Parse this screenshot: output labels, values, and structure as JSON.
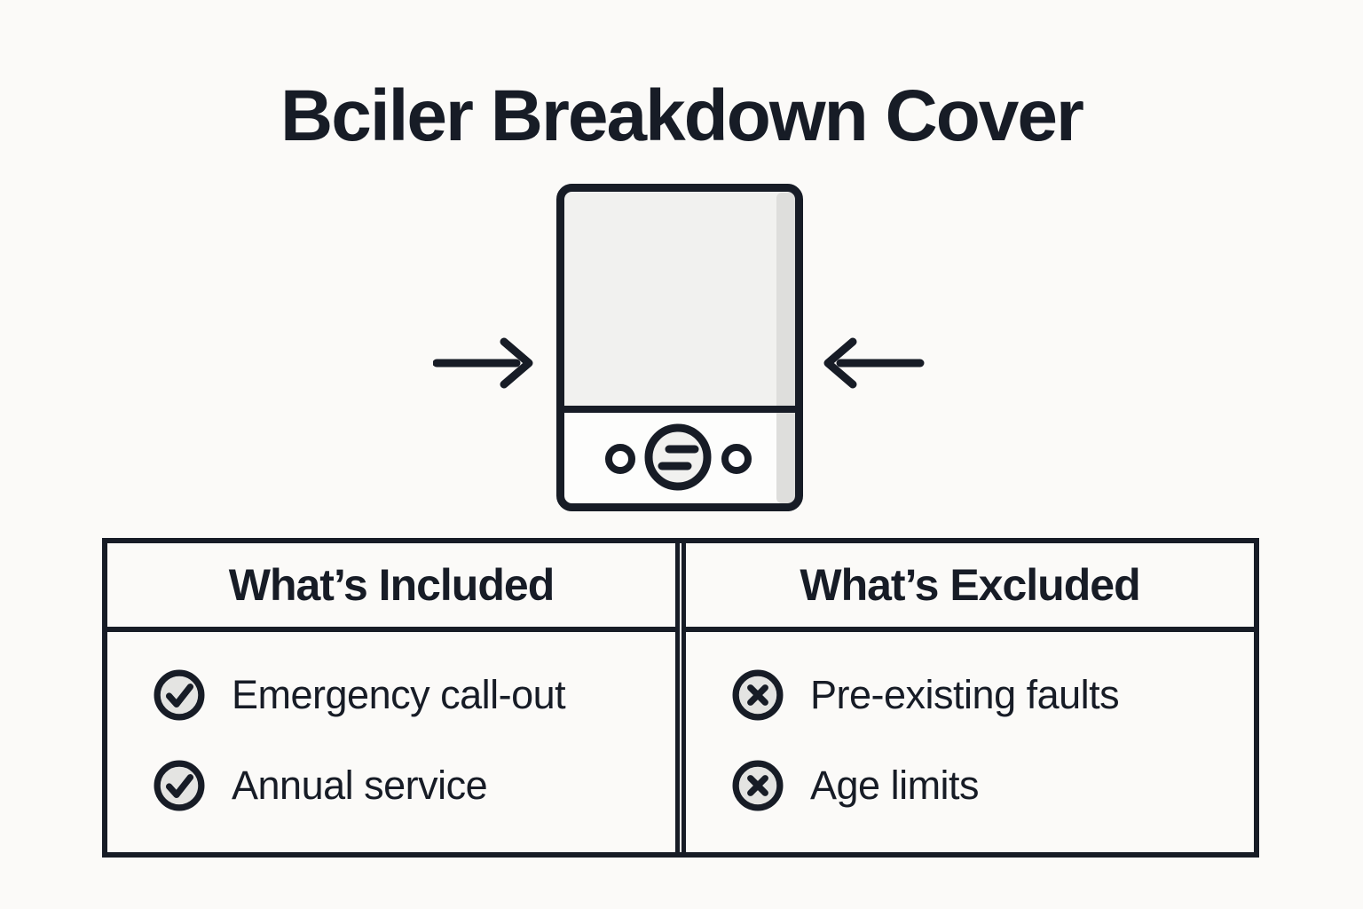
{
  "theme": {
    "bg": "#fbfaf8",
    "ink": "#171c26",
    "panel-gray": "#f1f1ef",
    "panel-white": "#fdfdfc",
    "panel-shade": "#dededc",
    "icon-fill": "#e4e4e2"
  },
  "title": "Bciler Breakdown Cover",
  "figure": {
    "icons": {
      "center": "boiler-front-icon",
      "left": "arrow-right-icon",
      "right": "arrow-left-icon"
    }
  },
  "table": {
    "columns": [
      {
        "header": "What’s Included",
        "icon": "check-circle-icon",
        "items": [
          "Emergency call-out",
          "Annual service"
        ]
      },
      {
        "header": "What’s Excluded",
        "icon": "x-circle-icon",
        "items": [
          "Pre-existing faults",
          "Age limits"
        ]
      }
    ]
  }
}
